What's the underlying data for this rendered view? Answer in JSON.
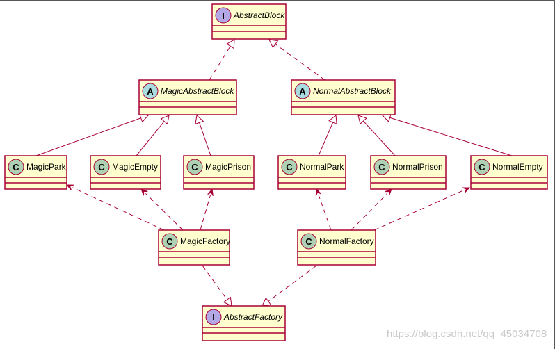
{
  "diagram": {
    "nodes": [
      {
        "id": "abstract_block",
        "label": "AbstractBlock",
        "kind": "interface",
        "badge": "I",
        "italic": true
      },
      {
        "id": "magic_abstract_block",
        "label": "MagicAbstractBlock",
        "kind": "abstract",
        "badge": "A",
        "italic": true
      },
      {
        "id": "normal_abstract_block",
        "label": "NormalAbstractBlock",
        "kind": "abstract",
        "badge": "A",
        "italic": true
      },
      {
        "id": "magic_park",
        "label": "MagicPark",
        "kind": "class",
        "badge": "C",
        "italic": false
      },
      {
        "id": "magic_empty",
        "label": "MagicEmpty",
        "kind": "class",
        "badge": "C",
        "italic": false
      },
      {
        "id": "magic_prison",
        "label": "MagicPrison",
        "kind": "class",
        "badge": "C",
        "italic": false
      },
      {
        "id": "normal_park",
        "label": "NormalPark",
        "kind": "class",
        "badge": "C",
        "italic": false
      },
      {
        "id": "normal_prison",
        "label": "NormalPrison",
        "kind": "class",
        "badge": "C",
        "italic": false
      },
      {
        "id": "normal_empty",
        "label": "NormalEmpty",
        "kind": "class",
        "badge": "C",
        "italic": false
      },
      {
        "id": "magic_factory",
        "label": "MagicFactory",
        "kind": "class",
        "badge": "C",
        "italic": false
      },
      {
        "id": "normal_factory",
        "label": "NormalFactory",
        "kind": "class",
        "badge": "C",
        "italic": false
      },
      {
        "id": "abstract_factory",
        "label": "AbstractFactory",
        "kind": "interface",
        "badge": "I",
        "italic": true
      }
    ],
    "edges": [
      {
        "from": "magic_abstract_block",
        "to": "abstract_block",
        "type": "realization"
      },
      {
        "from": "normal_abstract_block",
        "to": "abstract_block",
        "type": "realization"
      },
      {
        "from": "magic_park",
        "to": "magic_abstract_block",
        "type": "generalization"
      },
      {
        "from": "magic_empty",
        "to": "magic_abstract_block",
        "type": "generalization"
      },
      {
        "from": "magic_prison",
        "to": "magic_abstract_block",
        "type": "generalization"
      },
      {
        "from": "normal_park",
        "to": "normal_abstract_block",
        "type": "generalization"
      },
      {
        "from": "normal_prison",
        "to": "normal_abstract_block",
        "type": "generalization"
      },
      {
        "from": "normal_empty",
        "to": "normal_abstract_block",
        "type": "generalization"
      },
      {
        "from": "magic_factory",
        "to": "magic_park",
        "type": "dependency"
      },
      {
        "from": "magic_factory",
        "to": "magic_empty",
        "type": "dependency"
      },
      {
        "from": "magic_factory",
        "to": "magic_prison",
        "type": "dependency"
      },
      {
        "from": "normal_factory",
        "to": "normal_park",
        "type": "dependency"
      },
      {
        "from": "normal_factory",
        "to": "normal_prison",
        "type": "dependency"
      },
      {
        "from": "normal_factory",
        "to": "normal_empty",
        "type": "dependency"
      },
      {
        "from": "magic_factory",
        "to": "abstract_factory",
        "type": "realization"
      },
      {
        "from": "normal_factory",
        "to": "abstract_factory",
        "type": "realization"
      }
    ]
  },
  "colors": {
    "box_fill": "#FEFECE",
    "box_border": "#A80036",
    "edge": "#A80036",
    "badge_interface": "#B4A7E5",
    "badge_abstract": "#A9DCDF",
    "badge_class": "#ADD1B2"
  },
  "watermark": "https://blog.csdn.net/qq_45034708"
}
